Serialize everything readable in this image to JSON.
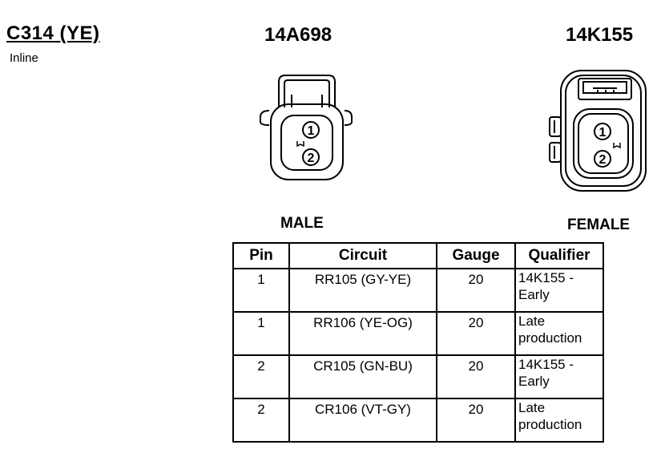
{
  "header": {
    "connector_id": "C314 (YE)",
    "connector_type": "Inline",
    "male_part_number": "14A698",
    "female_part_number": "14K155"
  },
  "connectors": {
    "male": {
      "label": "MALE",
      "pins": [
        "1",
        "2"
      ]
    },
    "female": {
      "label": "FEMALE",
      "pins": [
        "1",
        "2"
      ]
    }
  },
  "table": {
    "headers": [
      "Pin",
      "Circuit",
      "Gauge",
      "Qualifier"
    ],
    "rows": [
      {
        "pin": "1",
        "circuit": "RR105 (GY-YE)",
        "gauge": "20",
        "qualifier": [
          "14K155 -",
          "Early"
        ]
      },
      {
        "pin": "1",
        "circuit": "RR106 (YE-OG)",
        "gauge": "20",
        "qualifier": [
          "Late",
          "production"
        ]
      },
      {
        "pin": "2",
        "circuit": "CR105 (GN-BU)",
        "gauge": "20",
        "qualifier": [
          "14K155 -",
          "Early"
        ]
      },
      {
        "pin": "2",
        "circuit": "CR106 (VT-GY)",
        "gauge": "20",
        "qualifier": [
          "Late",
          "production"
        ]
      }
    ]
  }
}
